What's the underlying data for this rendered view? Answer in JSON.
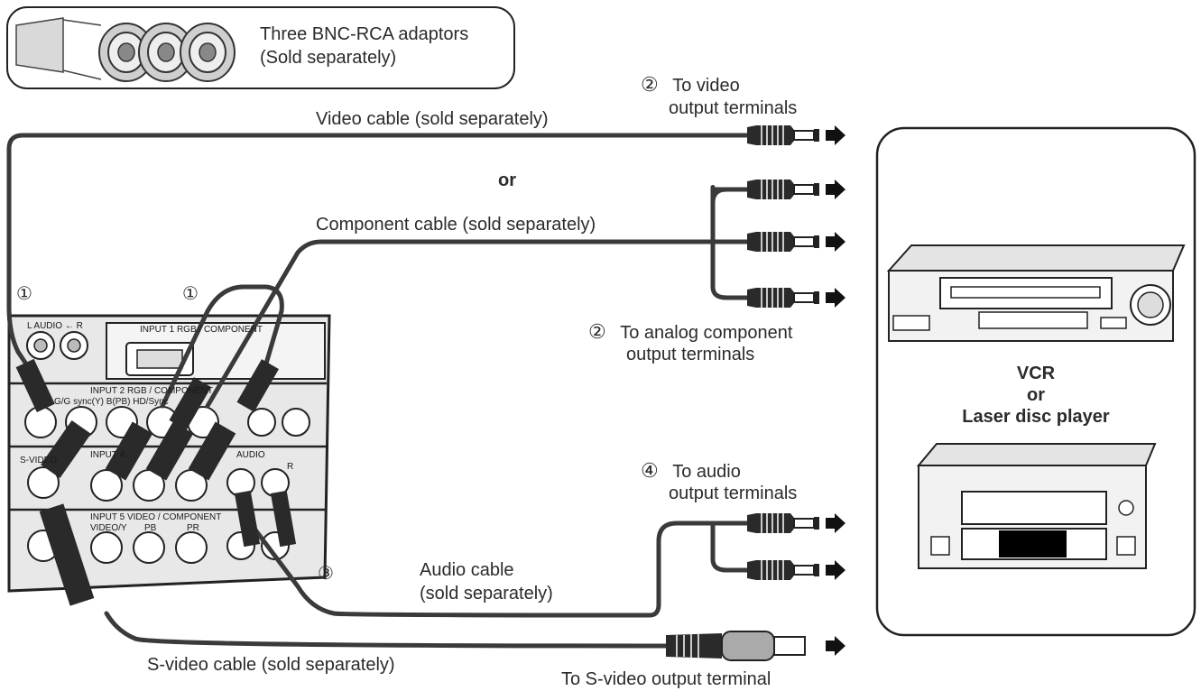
{
  "adaptor_box": {
    "line1": "Three BNC-RCA adaptors",
    "line2": "(Sold separately)"
  },
  "cables": {
    "video": "Video cable (sold separately)",
    "or_text": "or",
    "component": "Component cable (sold separately)",
    "audio_line1": "Audio cable",
    "audio_line2": "(sold separately)",
    "svideo": "S-video cable (sold separately)"
  },
  "callouts": {
    "step1_marker": "①",
    "step2_marker": "②",
    "step3_marker": "③",
    "step4_marker": "④",
    "video_out_line1": "To video",
    "video_out_line2": "output terminals",
    "analog_out_line1": "To analog component",
    "analog_out_line2": "output terminals",
    "audio_out_line1": "To audio",
    "audio_out_line2": "output terminals",
    "svideo_out": "To S-video output terminal"
  },
  "panel_labels": {
    "audio": "L  AUDIO  ←  R",
    "input1": "INPUT 1  RGB / COMPONENT",
    "input2": "INPUT 2  RGB / COMPONENT",
    "sync_row": "G/G sync(Y)  B(PB)  HD/Sync",
    "input4": "INPUT 4",
    "input5": "INPUT 5  VIDEO / COMPONENT",
    "svideo": "S-VIDEO",
    "video_y": "VIDEO/Y",
    "pb": "PB",
    "pr": "PR",
    "audio2": "AUDIO",
    "r": "R"
  },
  "device": {
    "line1": "VCR",
    "line2": "or",
    "line3": "Laser disc player"
  },
  "colors": {
    "cable": "#3a3a3a",
    "plug": "#222222",
    "panel": "#e6e6e6"
  }
}
